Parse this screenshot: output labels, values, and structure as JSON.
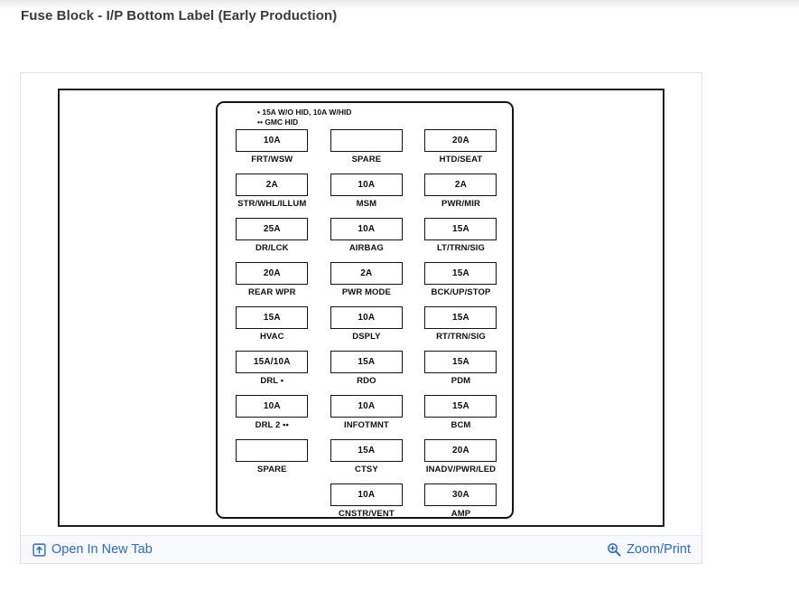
{
  "page_title": "Fuse Block - I/P Bottom Label (Early Production)",
  "viewer": {
    "footer": {
      "open_new_tab_label": "Open In New Tab",
      "open_new_tab_icon": "external-link-icon",
      "zoom_print_label": "Zoom/Print",
      "zoom_print_icon": "magnifier-plus-icon",
      "link_color": "#2f6bbf"
    }
  },
  "diagram": {
    "legend": [
      "• 15A W/O HID, 10A W/HID",
      "•• GMC HID"
    ],
    "rows": [
      [
        {
          "amp": "10A",
          "label": "FRT/WSW"
        },
        {
          "amp": "",
          "label": "SPARE"
        },
        {
          "amp": "20A",
          "label": "HTD/SEAT"
        }
      ],
      [
        {
          "amp": "2A",
          "label": "STR/WHL/ILLUM"
        },
        {
          "amp": "10A",
          "label": "MSM"
        },
        {
          "amp": "2A",
          "label": "PWR/MIR"
        }
      ],
      [
        {
          "amp": "25A",
          "label": "DR/LCK"
        },
        {
          "amp": "10A",
          "label": "AIRBAG"
        },
        {
          "amp": "15A",
          "label": "LT/TRN/SIG"
        }
      ],
      [
        {
          "amp": "20A",
          "label": "REAR WPR"
        },
        {
          "amp": "2A",
          "label": "PWR MODE"
        },
        {
          "amp": "15A",
          "label": "BCK/UP/STOP"
        }
      ],
      [
        {
          "amp": "15A",
          "label": "HVAC"
        },
        {
          "amp": "10A",
          "label": "DSPLY"
        },
        {
          "amp": "15A",
          "label": "RT/TRN/SIG"
        }
      ],
      [
        {
          "amp": "15A/10A",
          "label": "DRL •"
        },
        {
          "amp": "15A",
          "label": "RDO"
        },
        {
          "amp": "15A",
          "label": "PDM"
        }
      ],
      [
        {
          "amp": "10A",
          "label": "DRL 2 ••"
        },
        {
          "amp": "10A",
          "label": "INFOTMNT"
        },
        {
          "amp": "15A",
          "label": "BCM"
        }
      ],
      [
        {
          "amp": "",
          "label": "SPARE"
        },
        {
          "amp": "15A",
          "label": "CTSY"
        },
        {
          "amp": "20A",
          "label": "INADV/PWR/LED"
        }
      ],
      [
        {
          "amp": null,
          "label": null
        },
        {
          "amp": "10A",
          "label": "CNSTR/VENT"
        },
        {
          "amp": "30A",
          "label": "AMP"
        }
      ]
    ]
  }
}
